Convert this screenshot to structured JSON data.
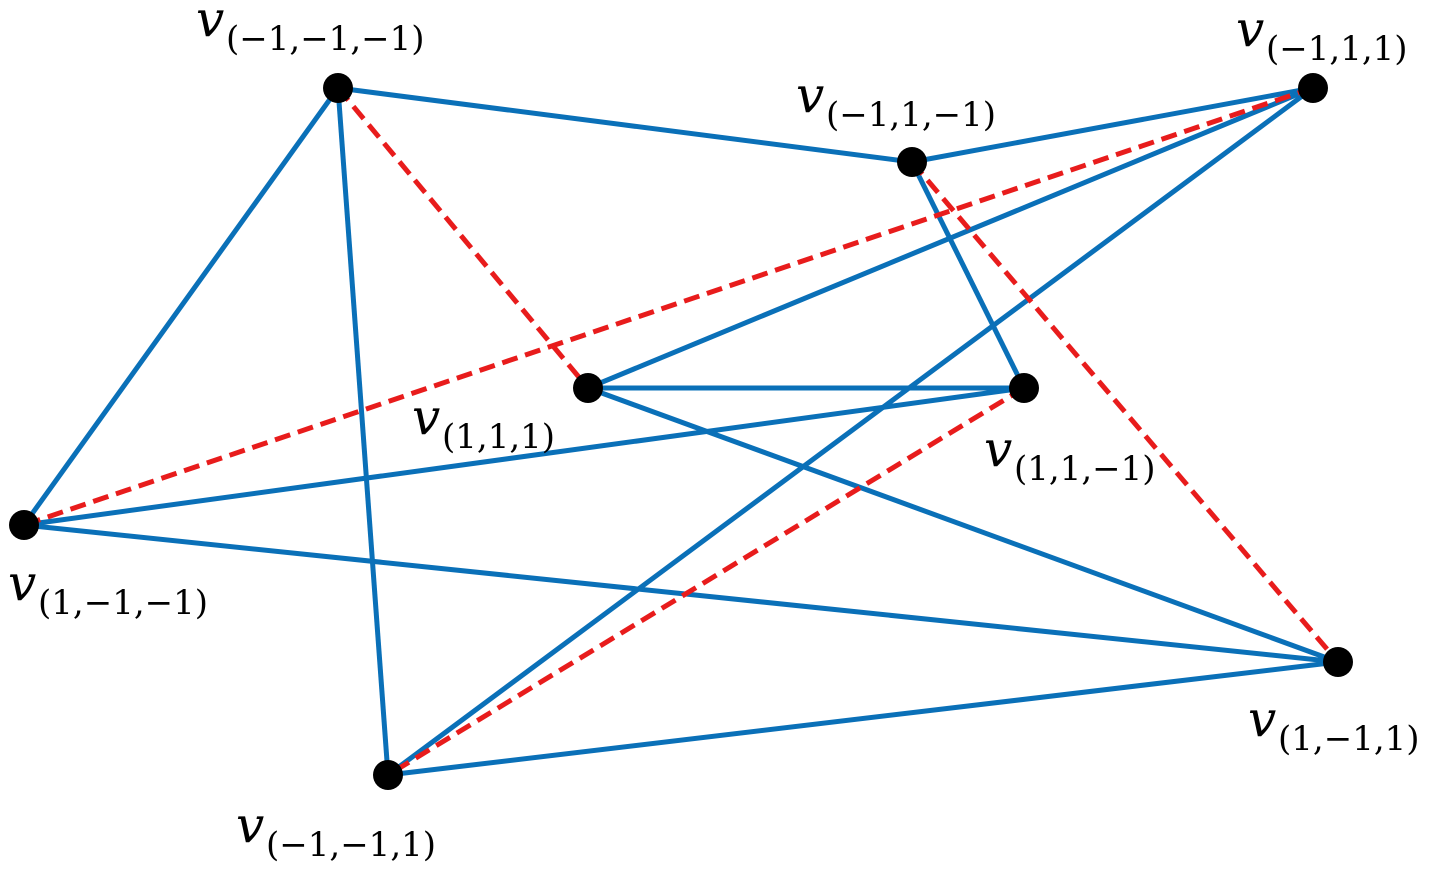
{
  "graph": {
    "colors": {
      "solid_edge": "#0a70b8",
      "dashed_edge": "#e81c1c",
      "node": "#000000"
    },
    "nodes": [
      {
        "id": "n_mmm",
        "symbol": "v",
        "subscript": "(−1,−1,−1)"
      },
      {
        "id": "n_mpm",
        "symbol": "v",
        "subscript": "(−1,1,−1)"
      },
      {
        "id": "n_mpp",
        "symbol": "v",
        "subscript": "(−1,1,1)"
      },
      {
        "id": "n_ppp",
        "symbol": "v",
        "subscript": "(1,1,1)"
      },
      {
        "id": "n_ppm",
        "symbol": "v",
        "subscript": "(1,1,−1)"
      },
      {
        "id": "n_pmm",
        "symbol": "v",
        "subscript": "(1,−1,−1)"
      },
      {
        "id": "n_pmp",
        "symbol": "v",
        "subscript": "(1,−1,1)"
      },
      {
        "id": "n_mmp",
        "symbol": "v",
        "subscript": "(−1,−1,1)"
      }
    ],
    "solid_edges": [
      [
        "n_mmm",
        "n_mpm"
      ],
      [
        "n_mmm",
        "n_pmm"
      ],
      [
        "n_mmm",
        "n_mmp"
      ],
      [
        "n_mpm",
        "n_mpp"
      ],
      [
        "n_mpm",
        "n_ppm"
      ],
      [
        "n_mpp",
        "n_ppp"
      ],
      [
        "n_mpp",
        "n_mmp"
      ],
      [
        "n_ppp",
        "n_ppm"
      ],
      [
        "n_ppp",
        "n_pmp"
      ],
      [
        "n_pmm",
        "n_ppm"
      ],
      [
        "n_pmm",
        "n_pmp"
      ],
      [
        "n_mmp",
        "n_pmp"
      ]
    ],
    "dashed_edges": [
      [
        "n_mmm",
        "n_ppp"
      ],
      [
        "n_mpm",
        "n_pmp"
      ],
      [
        "n_mpp",
        "n_pmm"
      ],
      [
        "n_ppm",
        "n_mmp"
      ]
    ]
  }
}
